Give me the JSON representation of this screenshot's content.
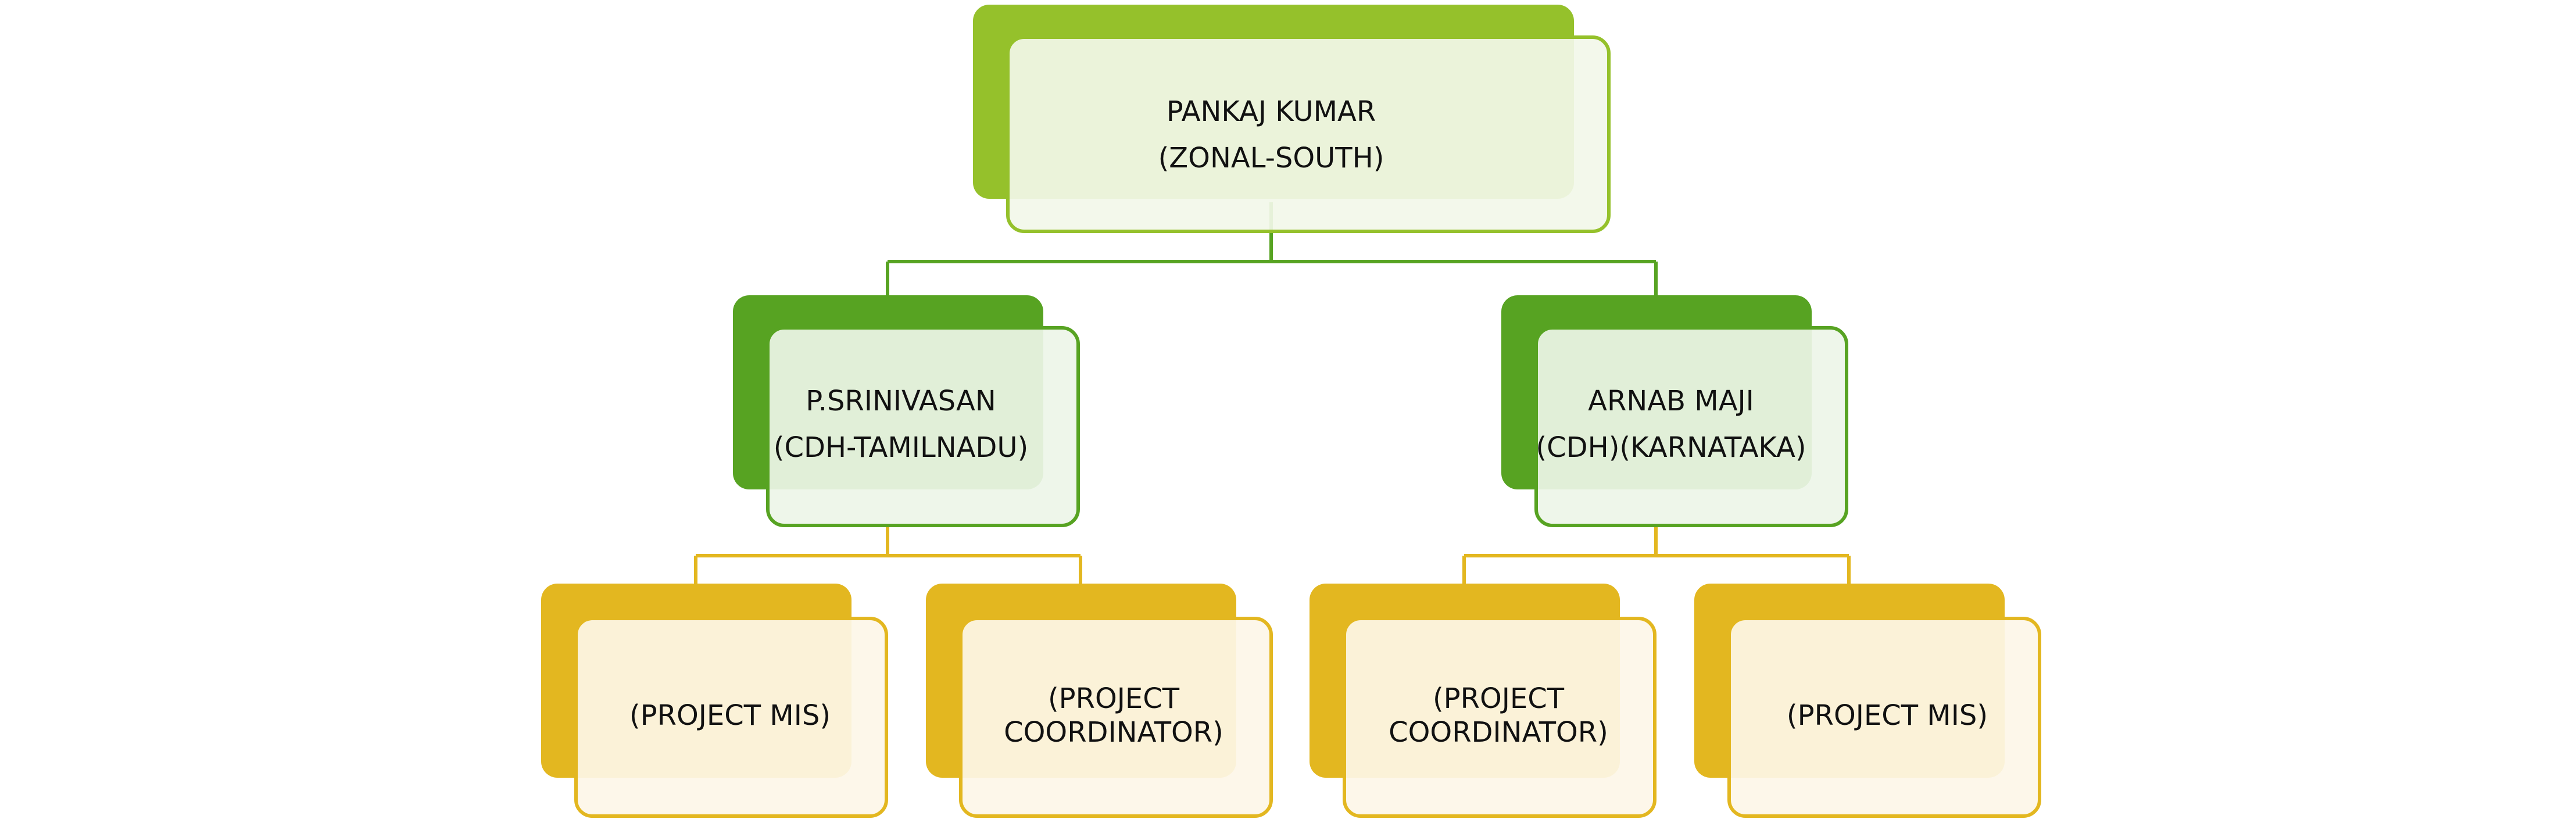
{
  "root": {
    "name": "PANKAJ KUMAR",
    "role": "(ZONAL-SOUTH)"
  },
  "managers": [
    {
      "name": "P.SRINIVASAN",
      "role": "(CDH-TAMILNADU)",
      "reports": [
        {
          "lines": [
            "(PROJECT MIS)"
          ]
        },
        {
          "lines": [
            "(PROJECT",
            "COORDINATOR)"
          ]
        }
      ]
    },
    {
      "name": "ARNAB MAJI",
      "role": "(CDH)(KARNATAKA)",
      "reports": [
        {
          "lines": [
            "(PROJECT",
            "COORDINATOR)"
          ]
        },
        {
          "lines": [
            "(PROJECT MIS)"
          ]
        }
      ]
    }
  ],
  "colors": {
    "level1_back": "#95c12b",
    "level1_border": "#95c12b",
    "level2_back": "#57a322",
    "level2_border": "#57a322",
    "level3_back": "#e3b720",
    "level3_border": "#e3b720",
    "connector_top": "#57a322",
    "connector_bottom": "#e3b720",
    "level1_face": "#f2f7e9",
    "level2_face": "#edf5e8",
    "level3_face": "#fdf6e8"
  }
}
